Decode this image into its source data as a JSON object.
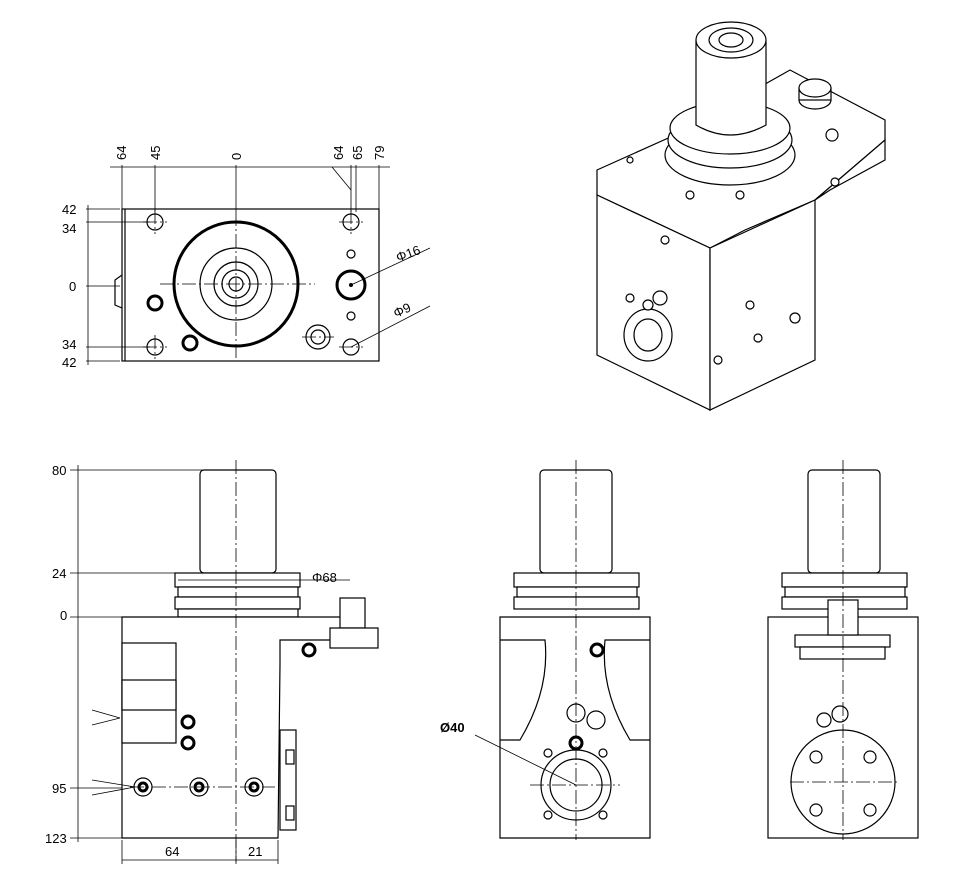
{
  "top_view": {
    "top_dims": [
      "64",
      "45",
      "0",
      "64",
      "65",
      "79"
    ],
    "left_dims": [
      "42",
      "34",
      "0",
      "34",
      "42"
    ],
    "callout_large": "Φ16",
    "callout_small": "Φ9"
  },
  "front_view": {
    "left_dims": [
      "80",
      "24",
      "0",
      "95",
      "123"
    ],
    "diameter": "Φ68",
    "bottom_dims": [
      "64",
      "21"
    ]
  },
  "side_view": {
    "diameter": "Ø40"
  }
}
